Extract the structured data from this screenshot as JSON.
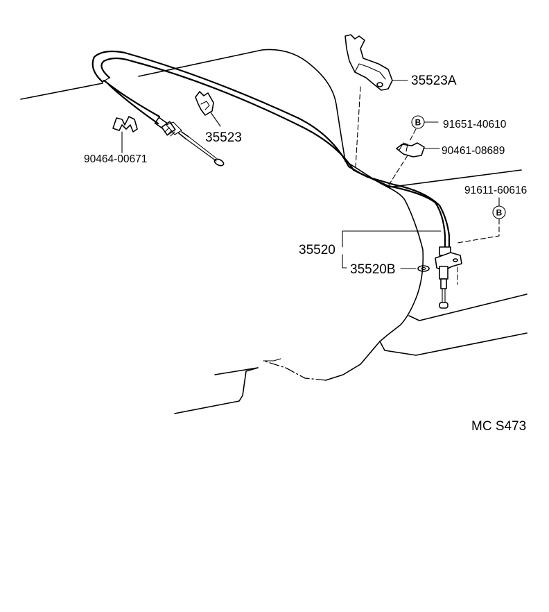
{
  "parts": {
    "p35523A": "35523A",
    "p35523": "35523",
    "p91651": "91651-40610",
    "p90461": "90461-08689",
    "p91611": "91611-60616",
    "p90464": "90464-00671",
    "p35520": "35520",
    "p35520B": "35520B"
  },
  "markers": {
    "b_upper": "B",
    "b_lower": "B"
  },
  "code": "MC S473"
}
